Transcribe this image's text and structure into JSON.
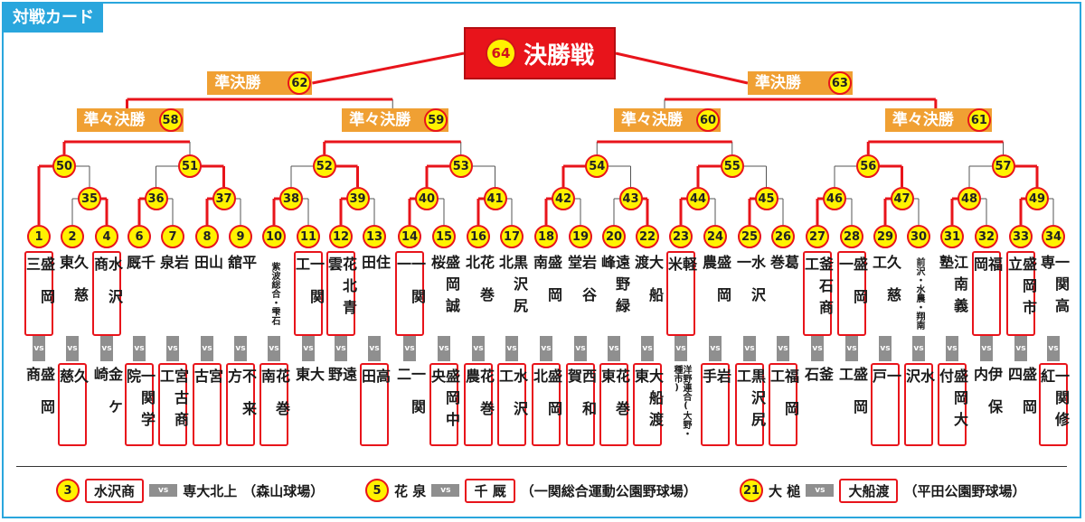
{
  "header": {
    "tag": "対戦カード"
  },
  "final": {
    "num": "64",
    "label": "決勝戦"
  },
  "semis": [
    {
      "num": "62",
      "label": "準決勝"
    },
    {
      "num": "63",
      "label": "準決勝"
    }
  ],
  "quarters": [
    {
      "num": "58",
      "label": "準々決勝"
    },
    {
      "num": "59",
      "label": "準々決勝"
    },
    {
      "num": "60",
      "label": "準々決勝"
    },
    {
      "num": "61",
      "label": "準々決勝"
    }
  ],
  "round3": [
    "50",
    "51",
    "52",
    "53",
    "54",
    "55",
    "56",
    "57"
  ],
  "round2": [
    "35",
    "36",
    "37",
    "38",
    "39",
    "40",
    "41",
    "42",
    "43",
    "44",
    "45",
    "46",
    "47",
    "48",
    "49"
  ],
  "pairs": [
    {
      "num": "1",
      "top": "盛岡三",
      "bottom": "盛岡商",
      "win": "top"
    },
    {
      "num": "2",
      "top": "久慈東",
      "bottom": "久慈",
      "win": "bottom"
    },
    {
      "num": "4",
      "top": "水沢商",
      "bottom": "金ケ崎",
      "win": "top"
    },
    {
      "num": "6",
      "top": "千厩",
      "bottom": "一関学院",
      "win": "bottom"
    },
    {
      "num": "7",
      "top": "岩泉",
      "bottom": "宮古商工",
      "win": "bottom"
    },
    {
      "num": "8",
      "top": "山田",
      "bottom": "宮古",
      "win": "bottom"
    },
    {
      "num": "9",
      "top": "平舘",
      "bottom": "不来方",
      "win": "bottom"
    },
    {
      "num": "10",
      "top": "紫波総合・雫石",
      "bottom": "花巻南",
      "win": "bottom",
      "small": "top"
    },
    {
      "num": "11",
      "top": "一関工",
      "bottom": "大東",
      "win": "top"
    },
    {
      "num": "12",
      "top": "花北青雲",
      "bottom": "遠野",
      "win": "top"
    },
    {
      "num": "13",
      "top": "住田",
      "bottom": "高田",
      "win": "bottom"
    },
    {
      "num": "14",
      "top": "一関一",
      "bottom": "一関二",
      "win": "top"
    },
    {
      "num": "15",
      "top": "盛岡誠桜",
      "bottom": "盛岡中央",
      "win": "bottom"
    },
    {
      "num": "16",
      "top": "花巻北",
      "bottom": "花巻農",
      "win": "bottom"
    },
    {
      "num": "17",
      "top": "黒沢尻北",
      "bottom": "水沢工",
      "win": "bottom"
    },
    {
      "num": "18",
      "top": "盛岡南",
      "bottom": "盛岡北",
      "win": "bottom"
    },
    {
      "num": "19",
      "top": "岩谷堂",
      "bottom": "西和賀",
      "win": "bottom"
    },
    {
      "num": "20",
      "top": "遠野緑峰",
      "bottom": "花巻東",
      "win": "bottom"
    },
    {
      "num": "22",
      "top": "大船渡",
      "bottom": "大船渡東",
      "win": "bottom"
    },
    {
      "num": "23",
      "top": "軽米",
      "bottom": "洋野連合(大野・種市)",
      "win": "top",
      "small": "bottom"
    },
    {
      "num": "24",
      "top": "盛岡農",
      "bottom": "岩手",
      "win": "bottom"
    },
    {
      "num": "25",
      "top": "水沢一",
      "bottom": "黒沢尻工",
      "win": "bottom"
    },
    {
      "num": "26",
      "top": "葛巻",
      "bottom": "福岡工",
      "win": "bottom"
    },
    {
      "num": "27",
      "top": "釜石商工",
      "bottom": "釜石",
      "win": "top"
    },
    {
      "num": "28",
      "top": "盛岡一",
      "bottom": "盛岡工",
      "win": "top"
    },
    {
      "num": "29",
      "top": "久慈工",
      "bottom": "一戸",
      "win": "bottom"
    },
    {
      "num": "30",
      "top": "前沢・水農・翔南",
      "bottom": "水沢",
      "win": "bottom",
      "small": "top"
    },
    {
      "num": "31",
      "top": "江南義塾",
      "bottom": "盛岡大付",
      "win": "bottom"
    },
    {
      "num": "32",
      "top": "福岡",
      "bottom": "伊保内",
      "win": "top"
    },
    {
      "num": "33",
      "top": "盛岡市立",
      "bottom": "盛岡四",
      "win": "top"
    },
    {
      "num": "34",
      "top": "一関高専",
      "bottom": "一関修紅",
      "win": "bottom"
    }
  ],
  "vs_text": "vs",
  "footer": [
    {
      "num": "3",
      "winner": "水沢商",
      "loser": "専大北上",
      "venue": "（森山球場）"
    },
    {
      "num": "5",
      "loser": "花 泉",
      "winner": "千 厩",
      "venue": "（一関総合運動公園野球場）",
      "winner_first": false
    },
    {
      "num": "21",
      "loser": "大 槌",
      "winner": "大船渡",
      "venue": "（平田公園野球場）",
      "winner_first": false
    }
  ]
}
